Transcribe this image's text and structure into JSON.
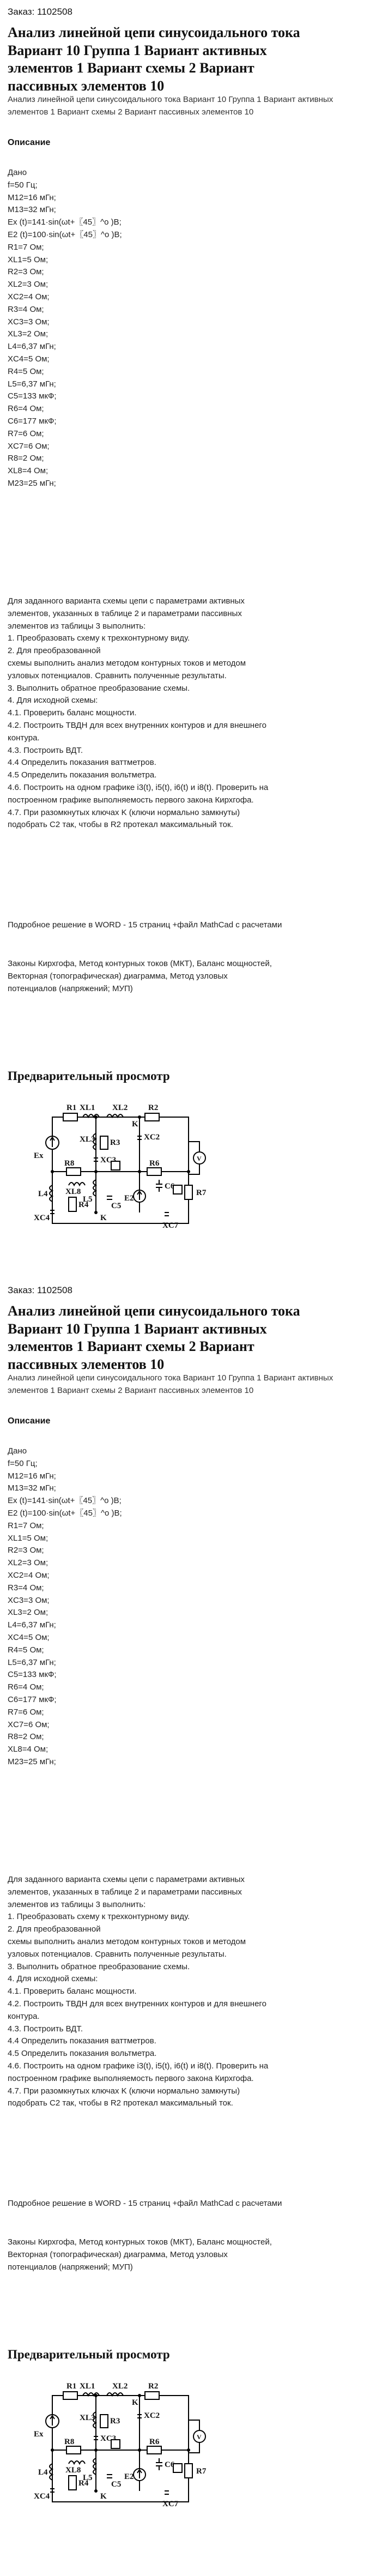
{
  "items": [
    {
      "order": "Заказ: 1102508",
      "title": "Анализ линейной цепи синусоидального тока Вариант 10 Группа 1 Вариант активных элементов 1 Вариант схемы 2 Вариант пассивных элементов 10",
      "subtitle": "Анализ линейной цепи синусоидального тока Вариант 10 Группа 1 Вариант активных элементов 1 Вариант схемы 2 Вариант пассивных элементов 10",
      "description_label": "Описание",
      "given": [
        "Дано",
        "f=50 Гц;",
        "M12=16 мГн;",
        "M13=32 мГн;",
        "Ex (t)=141·sin(ωt+〖45〗^o )В;",
        "E2 (t)=100·sin(ωt+〖45〗^o )В;",
        "R1=7 Ом;",
        "XL1=5 Ом;",
        "R2=3 Ом;",
        "XL2=3 Ом;",
        "XC2=4 Ом;",
        "R3=4 Ом;",
        "XC3=3 Ом;",
        "XL3=2 Ом;",
        "L4=6,37 мГн;",
        "XC4=5 Ом;",
        "R4=5 Ом;",
        "L5=6,37 мГн;",
        "C5=133 мкФ;",
        "R6=4 Ом;",
        "C6=177 мкФ;",
        "R7=6 Ом;",
        "XC7=6 Ом;",
        "R8=2 Ом;",
        "XL8=4 Ом;",
        "M23=25 мГн;"
      ],
      "tasks": [
        "Для заданного варианта схемы цепи с параметрами активных",
        "элементов, указанных в таблице 2 и параметрами пассивных",
        "элементов из таблицы 3 выполнить:",
        "1. Преобразовать схему к трехконтурному виду.",
        "2. Для преобразованной",
        "схемы выполнить анализ методом контурных токов и методом",
        "узловых потенциалов. Сравнить полученные результаты.",
        "3. Выполнить обратное преобразование схемы.",
        "4. Для исходной схемы:",
        "4.1. Проверить баланс мощности.",
        "4.2. Построить ТВДН для всех внутренних контуров и для внешнего",
        "контура.",
        "4.3. Построить ВДТ.",
        "4.4 Определить показания ваттметров.",
        "4.5 Определить показания вольтметра.",
        "4.6. Построить на одном графике i3(t), i5(t), i6(t) и i8(t). Проверить на",
        "построенном графике выполняемость первого закона Кирхгофа.",
        "4.7. При разомкнутых ключах K (ключи нормально замкнуты)",
        "подобрать C2 так, чтобы в R2 протекал максимальный ток."
      ],
      "solution_note": "Подробное решение в WORD - 15 страниц +файл MathCad с расчетами",
      "keywords": [
        "Законы Кирхгофа, Метод контурных токов (МКТ), Баланс мощностей,",
        "Векторная (топографическая) диаграмма, Метод узловых",
        "потенциалов (напряжений; МУП)"
      ],
      "preview_heading": "Предварительный просмотр"
    },
    {
      "order": "Заказ: 1102508",
      "title": "Анализ линейной цепи синусоидального тока Вариант 10 Группа 1 Вариант активных элементов 1 Вариант схемы 2 Вариант пассивных элементов 10",
      "subtitle": "Анализ линейной цепи синусоидального тока Вариант 10 Группа 1 Вариант активных элементов 1 Вариант схемы 2 Вариант пассивных элементов 10",
      "description_label": "Описание",
      "given": [
        "Дано",
        "f=50 Гц;",
        "M12=16 мГн;",
        "M13=32 мГн;",
        "Ex (t)=141·sin(ωt+〖45〗^o )В;",
        "E2 (t)=100·sin(ωt+〖45〗^o )В;",
        "R1=7 Ом;",
        "XL1=5 Ом;",
        "R2=3 Ом;",
        "XL2=3 Ом;",
        "XC2=4 Ом;",
        "R3=4 Ом;",
        "XC3=3 Ом;",
        "XL3=2 Ом;",
        "L4=6,37 мГн;",
        "XC4=5 Ом;",
        "R4=5 Ом;",
        "L5=6,37 мГн;",
        "C5=133 мкФ;",
        "R6=4 Ом;",
        "C6=177 мкФ;",
        "R7=6 Ом;",
        "XC7=6 Ом;",
        "R8=2 Ом;",
        "XL8=4 Ом;",
        "M23=25 мГн;"
      ],
      "tasks": [
        "Для заданного варианта схемы цепи с параметрами активных",
        "элементов, указанных в таблице 2 и параметрами пассивных",
        "элементов из таблицы 3 выполнить:",
        "1. Преобразовать схему к трехконтурному виду.",
        "2. Для преобразованной",
        "схемы выполнить анализ методом контурных токов и методом",
        "узловых потенциалов. Сравнить полученные результаты.",
        "3. Выполнить обратное преобразование схемы.",
        "4. Для исходной схемы:",
        "4.1. Проверить баланс мощности.",
        "4.2. Построить ТВДН для всех внутренних контуров и для внешнего",
        "контура.",
        "4.3. Построить ВДТ.",
        "4.4 Определить показания ваттметров.",
        "4.5 Определить показания вольтметра.",
        "4.6. Построить на одном графике i3(t), i5(t), i6(t) и i8(t). Проверить на",
        "построенном графике выполняемость первого закона Кирхгофа.",
        "4.7. При разомкнутых ключах K (ключи нормально замкнуты)",
        "подобрать C2 так, чтобы в R2 протекал максимальный ток."
      ],
      "solution_note": "Подробное решение в WORD - 15 страниц +файл MathCad с расчетами",
      "keywords": [
        "Законы Кирхгофа, Метод контурных токов (МКТ), Баланс мощностей,",
        "Векторная (топографическая) диаграмма, Метод узловых",
        "потенциалов (напряжений; МУП)"
      ],
      "preview_heading": "Предварительный просмотр"
    }
  ],
  "circuit_labels": {
    "r1": "R1",
    "xl1": "XL1",
    "xl2": "XL2",
    "r2": "R2",
    "k1": "K",
    "ex": "Ex",
    "xc2": "XC2",
    "xl3": "XL3",
    "r3": "R3",
    "xc3": "XC3",
    "r8": "R8",
    "r6": "R6",
    "xl8": "XL8",
    "l5": "L5",
    "c6": "C6",
    "l4": "L4",
    "c5": "C5",
    "r4": "R4",
    "k2": "K",
    "r7": "R7",
    "xc4": "XC4",
    "xc7": "XC7",
    "v": "V",
    "e2": "E2"
  }
}
